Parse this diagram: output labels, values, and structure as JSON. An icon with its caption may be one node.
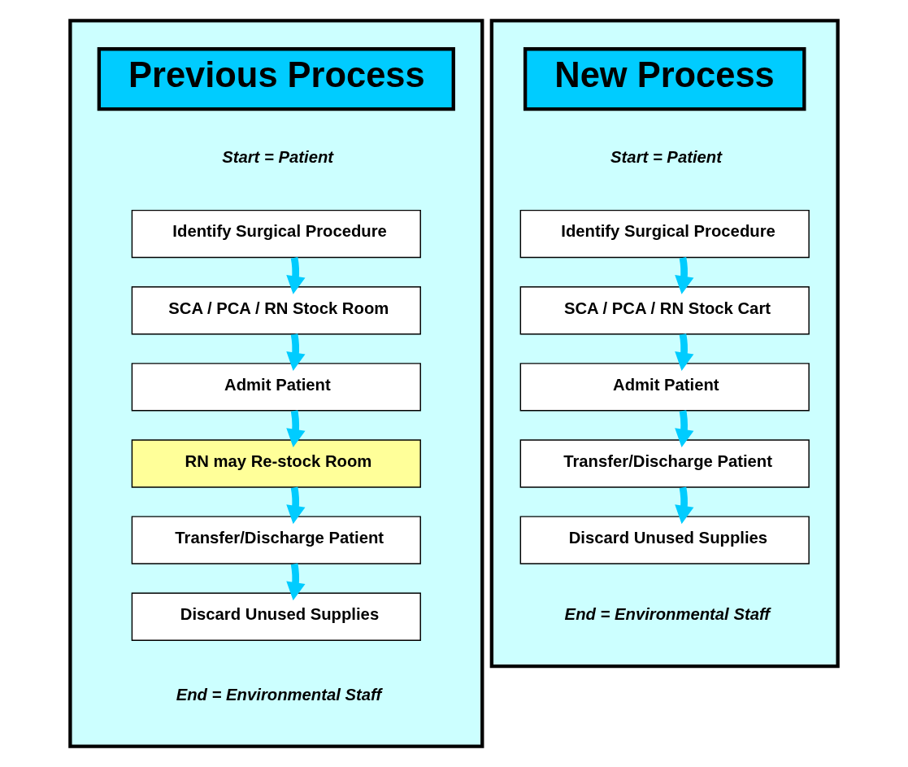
{
  "diagram": {
    "nodes": [
      {
        "text": [],
        "shape": "box"
      },
      {
        "text": [
          "Previous Process"
        ],
        "in": 0
      },
      {
        "text": [
          "Start = Patient"
        ],
        "in": 0
      },
      {
        "text": [
          "Identify Surgical Procedure"
        ],
        "in": 0
      },
      {
        "text": [
          "SCA / PCA / RN Stock Room"
        ],
        "in": 0
      },
      {
        "text": [
          "Admit Patient"
        ],
        "in": 0
      },
      {
        "text": [
          "RN may Re-stock Room"
        ],
        "in": 0
      },
      {
        "text": [
          "Transfer/Discharge Patient"
        ],
        "in": 0
      },
      {
        "text": [
          "Discard Unused Supplies"
        ],
        "in": 0
      },
      {
        "text": [
          "End = Environmental Staff"
        ],
        "in": 0
      },
      {
        "text": [],
        "shape": "box"
      },
      {
        "text": [
          "New Process"
        ],
        "in": 10
      },
      {
        "text": [
          "Start = Patient"
        ],
        "in": 10
      },
      {
        "text": [
          "Identify Surgical Procedure"
        ],
        "in": 10
      },
      {
        "text": [
          "SCA / PCA / RN Stock Cart"
        ],
        "in": 10
      },
      {
        "text": [
          "Admit Patient"
        ],
        "in": 10
      },
      {
        "text": [
          "Transfer/Discharge Patient"
        ],
        "in": 10
      },
      {
        "text": [
          "Discard Unused Supplies"
        ],
        "in": 10
      },
      {
        "text": [
          "End = Environmental Staff"
        ],
        "in": 10
      }
    ],
    "edges": [
      {
        "from": 3,
        "to": 4,
        "arrow": "to"
      },
      {
        "from": 4,
        "to": 5,
        "arrow": "to"
      },
      {
        "from": 5,
        "to": 6,
        "arrow": "to"
      },
      {
        "from": 6,
        "to": 7,
        "arrow": "to"
      },
      {
        "from": 7,
        "to": 8,
        "arrow": "to"
      },
      {
        "from": 13,
        "to": 14,
        "arrow": "to"
      },
      {
        "from": 14,
        "to": 15,
        "arrow": "to"
      },
      {
        "from": 15,
        "to": 16,
        "arrow": "to"
      },
      {
        "from": 16,
        "to": 17,
        "arrow": "to"
      }
    ]
  }
}
